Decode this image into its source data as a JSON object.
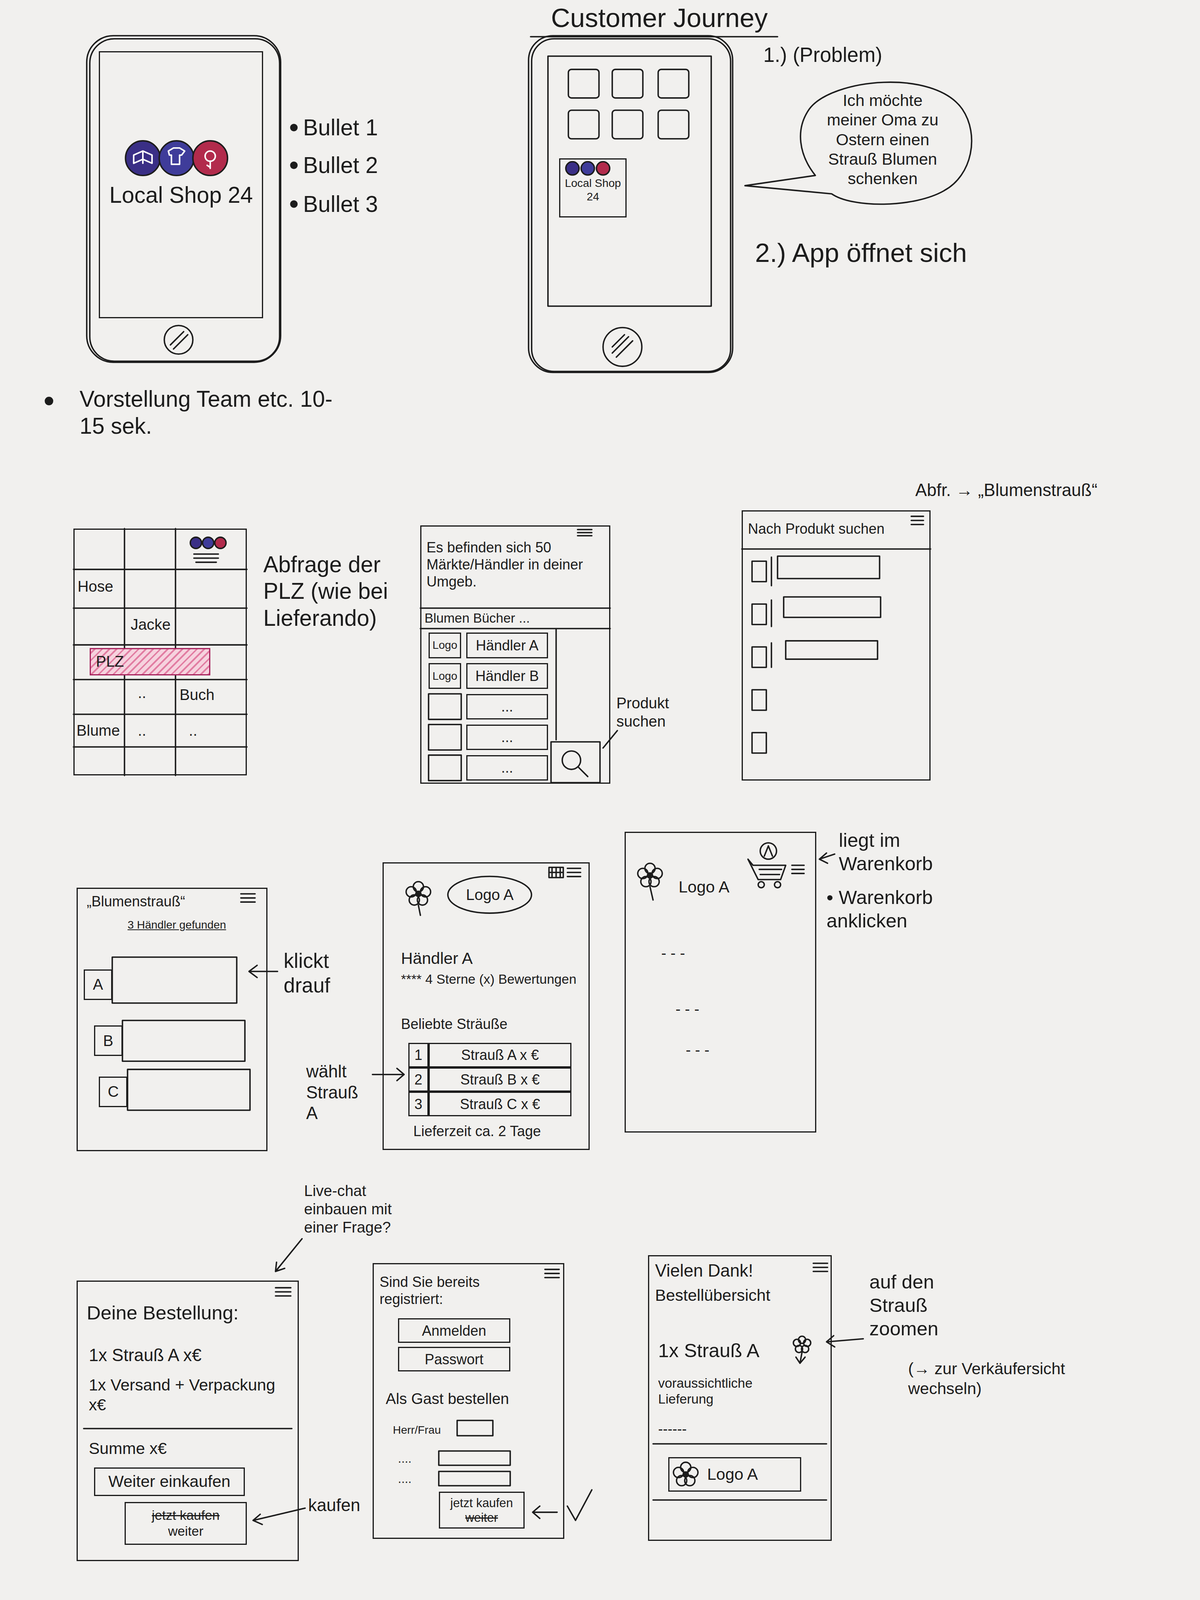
{
  "diagram": {
    "title": "Customer Journey",
    "nodes": [
      {
        "text": [
          "Local Shop 24"
        ]
      },
      {
        "text": [
          "Local Shop 24"
        ]
      },
      {
        "text": [
          "Ich möchte meiner Oma zu Ostern einen Strauß Blumen schenken"
        ]
      },
      {
        "text": [
          "Hose",
          "Jacke",
          "..",
          "Buch",
          "Blume",
          "..",
          ".."
        ]
      },
      {
        "text": [
          "PLZ"
        ],
        "in": 3
      },
      {
        "text": [
          "Es befinden sich 50 Märkte/Händler in deiner Umgeb.",
          "Blumen Bücher ..."
        ]
      },
      {
        "text": [
          "Logo"
        ],
        "in": 5
      },
      {
        "text": [
          "Händler A"
        ],
        "in": 5
      },
      {
        "text": [
          "Logo"
        ],
        "in": 5
      },
      {
        "text": [
          "Händler B"
        ],
        "in": 5
      },
      {
        "text": [
          "..."
        ],
        "in": 5
      },
      {
        "text": [
          "..."
        ],
        "in": 5
      },
      {
        "text": [
          "..."
        ],
        "in": 5
      },
      {
        "text": [
          "Nach Produkt suchen"
        ]
      },
      {
        "text": [
          "„Blumenstrauß“",
          "3 Händler gefunden"
        ]
      },
      {
        "text": [
          "A"
        ],
        "in": 14
      },
      {
        "text": [
          "B"
        ],
        "in": 14
      },
      {
        "text": [
          "C"
        ],
        "in": 14
      },
      {
        "text": [
          "Händler A",
          "**** 4 Sterne (x) Bewertungen",
          "Beliebte Sträuße",
          "Lieferzeit ca. 2 Tage"
        ]
      },
      {
        "text": [
          "Logo A"
        ],
        "in": 18
      },
      {
        "text": [
          "1"
        ],
        "in": 18
      },
      {
        "text": [
          "Strauß A x €"
        ],
        "in": 18
      },
      {
        "text": [
          "2"
        ],
        "in": 18
      },
      {
        "text": [
          "Strauß B x €"
        ],
        "in": 18
      },
      {
        "text": [
          "3"
        ],
        "in": 18
      },
      {
        "text": [
          "Strauß C x €"
        ],
        "in": 18
      },
      {
        "text": [
          "Logo A",
          "- - -",
          "- - -",
          "- - -"
        ]
      },
      {
        "text": [
          "Deine Bestellung:",
          "1x Strauß A x€",
          "1x Versand + Verpackung x€",
          "Summe x€"
        ]
      },
      {
        "text": [
          "Weiter einkaufen"
        ],
        "in": 27
      },
      {
        "text": [
          "jetzt kaufen",
          "weiter"
        ],
        "in": 27
      },
      {
        "text": [
          "Sind Sie bereits registriert:",
          "Als Gast bestellen",
          "Herr/Frau",
          "....",
          "...."
        ]
      },
      {
        "text": [
          "Anmelden"
        ],
        "in": 30
      },
      {
        "text": [
          "Passwort"
        ],
        "in": 30
      },
      {
        "text": [
          "jetzt kaufen",
          "weiter"
        ],
        "in": 30
      },
      {
        "text": [
          "Vielen Dank!",
          "Bestellübersicht",
          "1x Strauß A",
          "voraussichtliche Lieferung",
          "------"
        ]
      },
      {
        "text": [
          "Logo A"
        ],
        "in": 34
      }
    ],
    "labels": [
      "Bullet 1",
      "Bullet 2",
      "Bullet 3",
      "Vorstellung Team etc. 10-15 sek.",
      "1.) (Problem)",
      "2.) App öffnet sich",
      "Abfrage der PLZ (wie bei Lieferando)",
      "Produkt suchen",
      "Abfr. → „Blumenstrauß“",
      "klickt drauf",
      "wählt Strauß A",
      "liegt im Warenkorb",
      "• Warenkorb anklicken",
      "Live-chat einbauen mit einer Frage?",
      "kaufen",
      "auf den Strauß zoomen",
      "(→ zur Verkäufersicht wechseln)"
    ]
  }
}
